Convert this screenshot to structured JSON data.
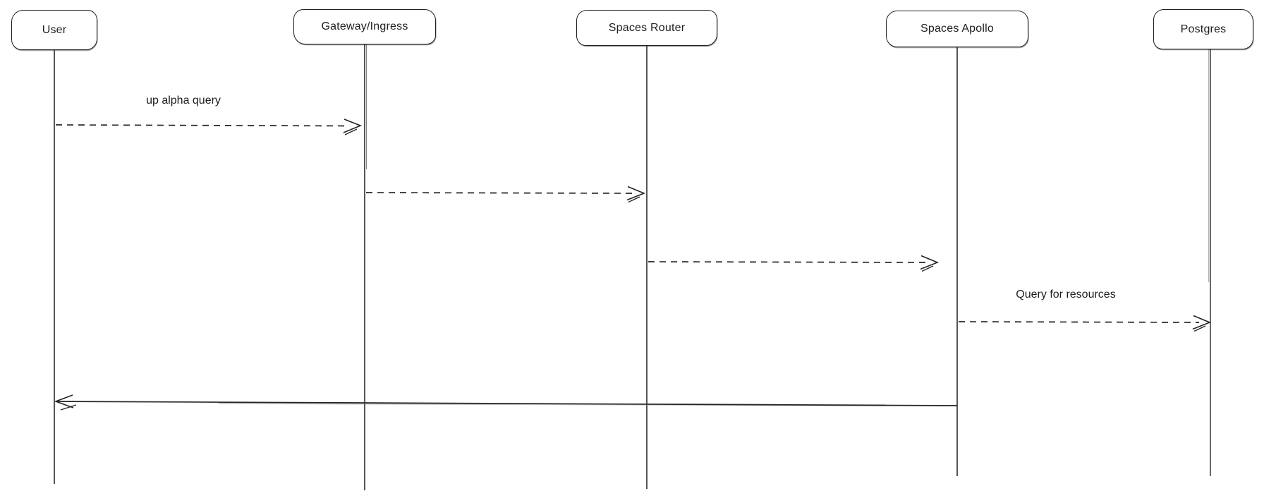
{
  "diagram": {
    "type": "sequence-diagram",
    "style": "hand-drawn",
    "colors": {
      "background": "#ffffff",
      "stroke": "#1f1f1f",
      "text": "#1e1e1e"
    },
    "actors": [
      {
        "id": "user",
        "label": "User"
      },
      {
        "id": "gateway-ingress",
        "label": "Gateway/Ingress"
      },
      {
        "id": "spaces-router",
        "label": "Spaces Router"
      },
      {
        "id": "spaces-apollo",
        "label": "Spaces Apollo"
      },
      {
        "id": "postgres",
        "label": "Postgres"
      }
    ],
    "messages": [
      {
        "from": "User",
        "to": "Gateway/Ingress",
        "label": "up alpha query",
        "line": "dashed",
        "direction": "right"
      },
      {
        "from": "Gateway/Ingress",
        "to": "Spaces Router",
        "label": "",
        "line": "dashed",
        "direction": "right"
      },
      {
        "from": "Spaces Router",
        "to": "Spaces Apollo",
        "label": "",
        "line": "dashed",
        "direction": "right"
      },
      {
        "from": "Spaces Apollo",
        "to": "Postgres",
        "label": "Query for resources",
        "line": "dashed",
        "direction": "right"
      },
      {
        "from": "Spaces Apollo",
        "to": "User",
        "label": "",
        "line": "solid",
        "direction": "left"
      }
    ]
  }
}
